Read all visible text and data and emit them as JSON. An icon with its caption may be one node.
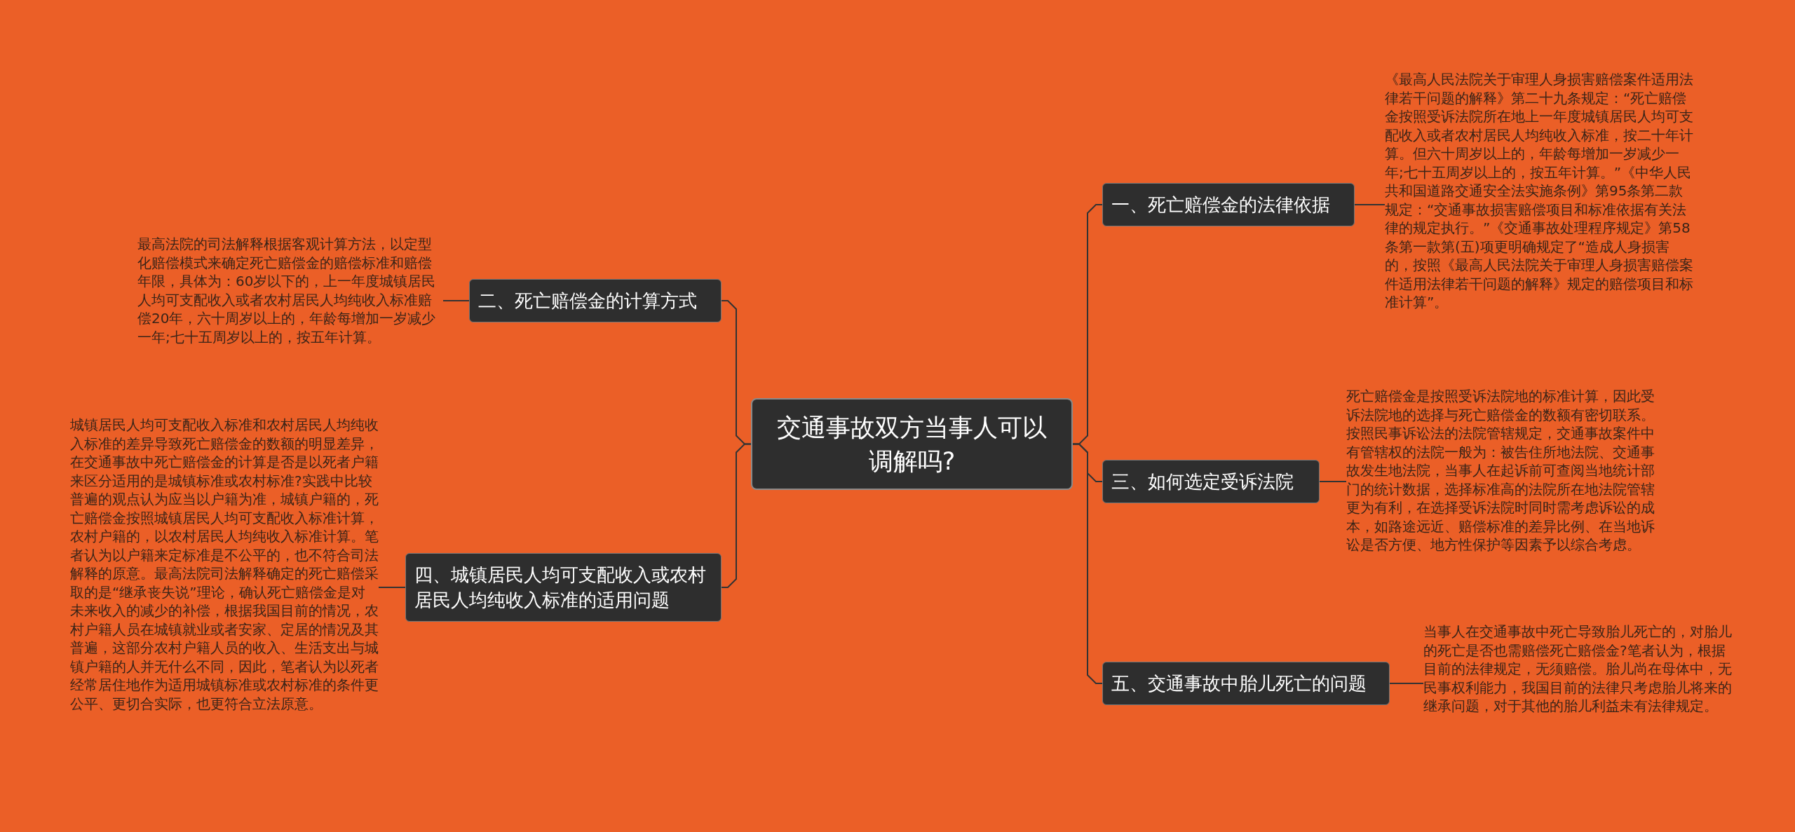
{
  "diagram": {
    "nodes": [
      {
        "text": [
          "交通事故双方当事人可以调解吗?"
        ]
      },
      {
        "text": [
          "一、死亡赔偿金的法律依据"
        ]
      },
      {
        "text": [
          "《最高人民法院关于审理人身损害赔偿案件适用法律若干问题的解释》第二十九条规定：“死亡赔偿金按照受诉法院所在地上一年度城镇居民人均可支配收入或者农村居民人均纯收入标准，按二十年计算。但六十周岁以上的，年龄每增加一岁减少一年;七十五周岁以上的，按五年计算。”《中华人民共和国道路交通安全法实施条例》第95条第二款规定：“交通事故损害赔偿项目和标准依据有关法律的规定执行。”《交通事故处理程序规定》第58条第一款第(五)项更明确规定了“造成人身损害的，按照《最高人民法院关于审理人身损害赔偿案件适用法律若干问题的解释》规定的赔偿项目和标准计算”。"
        ]
      },
      {
        "text": [
          "二、死亡赔偿金的计算方式"
        ]
      },
      {
        "text": [
          "最高法院的司法解释根据客观计算方法，以定型化赔偿模式来确定死亡赔偿金的赔偿标准和赔偿年限，具体为：60岁以下的，上一年度城镇居民人均可支配收入或者农村居民人均纯收入标准赔偿20年，六十周岁以上的，年龄每增加一岁减少一年;七十五周岁以上的，按五年计算。"
        ]
      },
      {
        "text": [
          "三、如何选定受诉法院"
        ]
      },
      {
        "text": [
          "死亡赔偿金是按照受诉法院地的标准计算，因此受诉法院地的选择与死亡赔偿金的数额有密切联系。按照民事诉讼法的法院管辖规定，交通事故案件中有管辖权的法院一般为：被告住所地法院、交通事故发生地法院，当事人在起诉前可查阅当地统计部门的统计数据，选择标准高的法院所在地法院管辖更为有利，在选择受诉法院时同时需考虑诉讼的成本，如路途远近、赔偿标准的差异比例、在当地诉讼是否方便、地方性保护等因素予以综合考虑。"
        ]
      },
      {
        "text": [
          "四、城镇居民人均可支配收入或农村居民人均纯收入标准的适用问题"
        ]
      },
      {
        "text": [
          "城镇居民人均可支配收入标准和农村居民人均纯收入标准的差异导致死亡赔偿金的数额的明显差异，在交通事故中死亡赔偿金的计算是否是以死者户籍来区分适用的是城镇标准或农村标准?实践中比较普遍的观点认为应当以户籍为准，城镇户籍的，死亡赔偿金按照城镇居民人均可支配收入标准计算，农村户籍的，以农村居民人均纯收入标准计算。笔者认为以户籍来定标准是不公平的，也不符合司法解释的原意。最高法院司法解释确定的死亡赔偿采取的是“继承丧失说”理论，确认死亡赔偿金是对未来收入的减少的补偿，根据我国目前的情况，农村户籍人员在城镇就业或者安家、定居的情况及其普遍，这部分农村户籍人员的收入、生活支出与城镇户籍的人并无什么不同，因此，笔者认为以死者经常居住地作为适用城镇标准或农村标准的条件更公平、更切合实际，也更符合立法原意。"
        ]
      },
      {
        "text": [
          "五、交通事故中胎儿死亡的问题"
        ]
      },
      {
        "text": [
          "当事人在交通事故中死亡导致胎儿死亡的，对胎儿的死亡是否也需赔偿死亡赔偿金?笔者认为，根据目前的法律规定，无须赔偿。胎儿尚在母体中，无民事权利能力，我国目前的法律只考虑胎儿将来的继承问题，对于其他的胎儿利益未有法律规定。"
        ]
      }
    ],
    "edges": [
      {
        "from": 0,
        "to": 1,
        "arrow": "none"
      },
      {
        "from": 0,
        "to": 3,
        "arrow": "none"
      },
      {
        "from": 0,
        "to": 5,
        "arrow": "none"
      },
      {
        "from": 0,
        "to": 7,
        "arrow": "none"
      },
      {
        "from": 0,
        "to": 9,
        "arrow": "none"
      },
      {
        "from": 1,
        "to": 2,
        "arrow": "none"
      },
      {
        "from": 3,
        "to": 4,
        "arrow": "none"
      },
      {
        "from": 5,
        "to": 6,
        "arrow": "none"
      },
      {
        "from": 7,
        "to": 8,
        "arrow": "none"
      },
      {
        "from": 9,
        "to": 10,
        "arrow": "none"
      }
    ]
  }
}
